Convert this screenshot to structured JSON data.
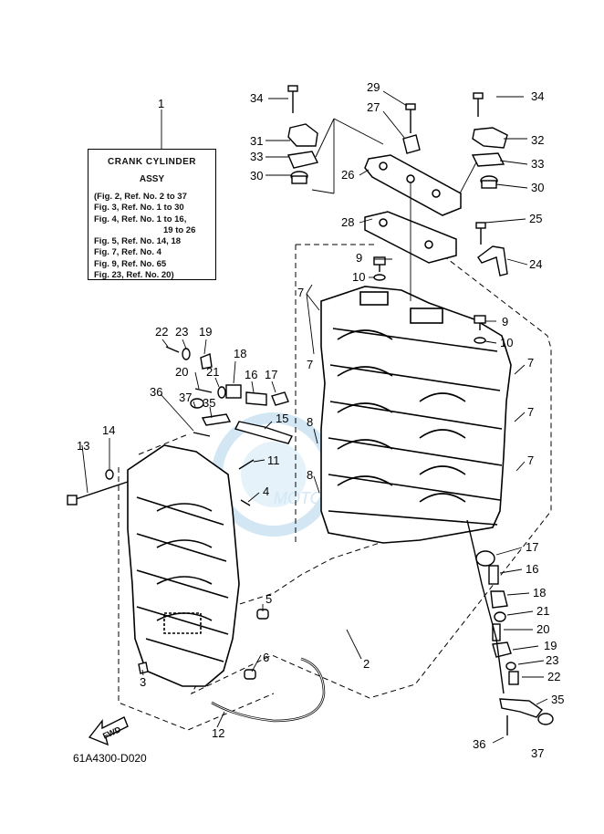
{
  "legend": {
    "title": "CRANK CYLINDER",
    "subtitle": "ASSY",
    "lines": [
      "(Fig. 2, Ref. No. 2 to 37",
      "Fig. 3, Ref. No. 1 to 30",
      "Fig. 4, Ref. No. 1 to 16,",
      "19 to 26",
      "Fig. 5, Ref. No. 14, 18",
      "Fig. 7, Ref. No. 4",
      "Fig. 9, Ref. No. 65",
      "Fig. 23, Ref. No. 20)"
    ]
  },
  "callouts": [
    "1",
    "2",
    "3",
    "4",
    "5",
    "6",
    "7",
    "7",
    "7",
    "7",
    "7",
    "8",
    "8",
    "9",
    "9",
    "10",
    "10",
    "11",
    "12",
    "13",
    "14",
    "15",
    "16",
    "16",
    "17",
    "17",
    "18",
    "18",
    "19",
    "19",
    "20",
    "20",
    "21",
    "21",
    "22",
    "22",
    "23",
    "23",
    "24",
    "25",
    "26",
    "27",
    "28",
    "29",
    "30",
    "30",
    "31",
    "32",
    "33",
    "33",
    "34",
    "34",
    "35",
    "35",
    "36",
    "36",
    "37",
    "37"
  ],
  "fwd_label": "FWD",
  "watermark_text": "MOTOR PARTS",
  "diagram_code": "61A4300-D020"
}
